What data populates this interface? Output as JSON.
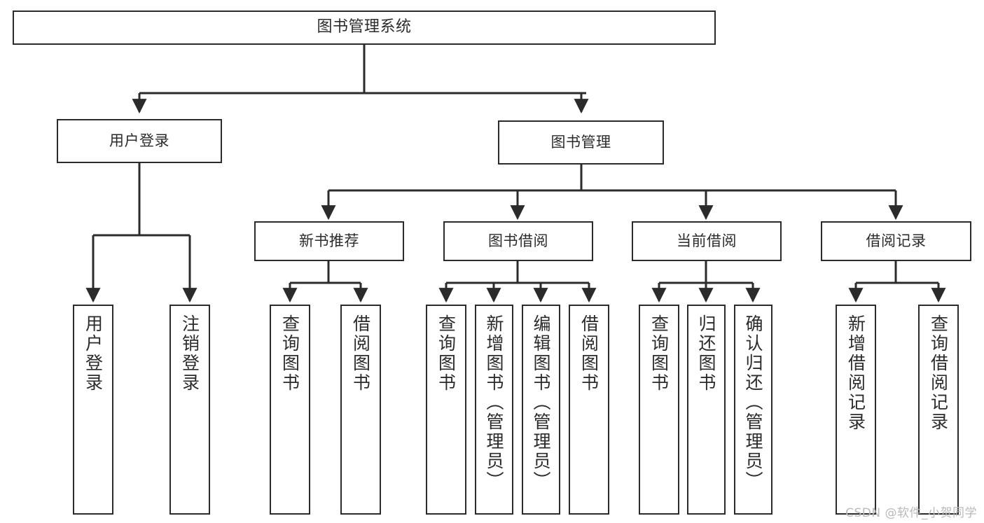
{
  "diagram": {
    "title": "图书管理系统",
    "type": "tree-hierarchy-chart",
    "colors": {
      "box_border": "#2b2b2b",
      "box_fill": "#ffffff",
      "connector": "#2b2b2b",
      "text": "#2b2b2b",
      "watermark": "#b9b9b9",
      "background": "#ffffff"
    },
    "root": {
      "label": "图书管理系统"
    },
    "level2": [
      {
        "label": "用户登录"
      },
      {
        "label": "图书管理"
      }
    ],
    "level3": [
      {
        "label": "新书推荐"
      },
      {
        "label": "图书借阅"
      },
      {
        "label": "当前借阅"
      },
      {
        "label": "借阅记录"
      }
    ],
    "leaves": {
      "user_login": [
        {
          "label": "用户登录"
        },
        {
          "label": "注销登录"
        }
      ],
      "new_book_recommend": [
        {
          "label": "查询图书"
        },
        {
          "label": "借阅图书"
        }
      ],
      "book_borrow": [
        {
          "label": "查询图书"
        },
        {
          "label": "新增图书（管理员）"
        },
        {
          "label": "编辑图书（管理员）"
        },
        {
          "label": "借阅图书"
        }
      ],
      "current_borrow": [
        {
          "label": "查询图书"
        },
        {
          "label": "归还图书"
        },
        {
          "label": "确认归还（管理员）"
        }
      ],
      "borrow_record": [
        {
          "label": "新增借阅记录"
        },
        {
          "label": "查询借阅记录"
        }
      ]
    },
    "watermark": "CSDN @软件_小贺同学"
  }
}
